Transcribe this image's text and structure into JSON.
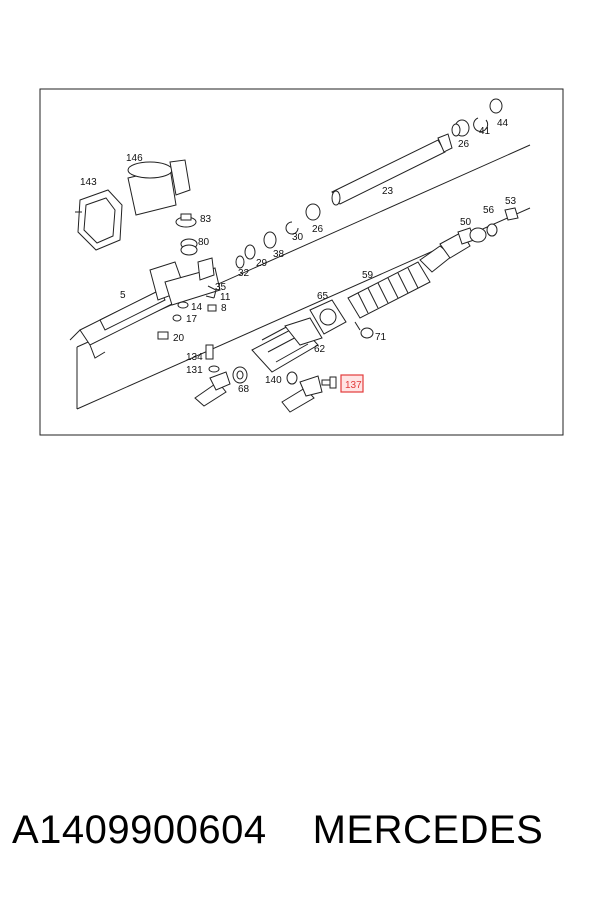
{
  "diagram": {
    "labels": [
      "143",
      "146",
      "83",
      "80",
      "5",
      "35",
      "11",
      "14",
      "8",
      "17",
      "20",
      "134",
      "131",
      "68",
      "140",
      "30",
      "26",
      "29",
      "38",
      "32",
      "23",
      "26",
      "41",
      "44",
      "50",
      "56",
      "53",
      "59",
      "65",
      "62",
      "71"
    ],
    "highlighted_label": "137"
  },
  "caption": {
    "part_number": "A1409900604",
    "brand": "MERCEDES"
  },
  "colors": {
    "highlight": "#e23b3b",
    "line": "#222222"
  }
}
